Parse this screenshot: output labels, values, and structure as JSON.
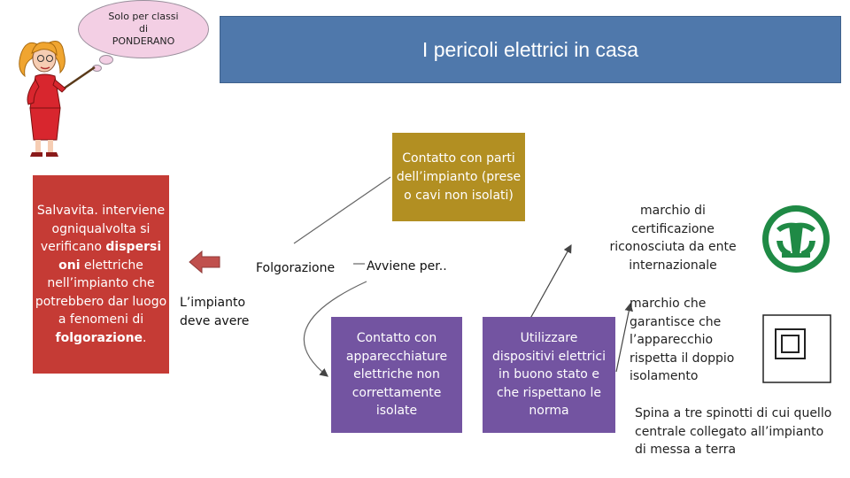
{
  "note": {
    "lines": [
      "Solo per classi",
      "di",
      "PONDERANO"
    ]
  },
  "title": "I pericoli elettrici in casa",
  "salvavita": {
    "prefix": "Salvavita. interviene ogniqualvolta si verificano ",
    "bold1": "dispersi oni",
    "middle": " elettriche nell’impianto che potrebbero dar luogo a fenomeni di ",
    "bold2": "folgorazione",
    "suffix": "."
  },
  "impianto_text": "L’impianto deve avere",
  "folgorazione": "Folgorazione",
  "avviene": "Avviene per..",
  "contatto_parti": "Contatto con parti dell’impianto (prese o cavi non isolati)",
  "contatto_app": "Contatto con apparecchiature elettriche non correttamente isolate",
  "utilizzare": "Utilizzare dispositivi elettrici in buono stato e che rispettano le norma",
  "marchio_cert": "marchio di certificazione riconosciuta da ente internazionale",
  "marchio_iso": "marchio che garantisce che l’apparecchio rispetta il doppio isolamento",
  "spina": "Spina a tre spinotti di cui quello centrale collegato all’impianto di messa a terra",
  "colors": {
    "title_bg": "#4f78ab",
    "red": "#c53b35",
    "olive": "#b28f22",
    "purple": "#7354a1",
    "arrow": "#bf4d49",
    "imq_green": "#1f8a45"
  }
}
